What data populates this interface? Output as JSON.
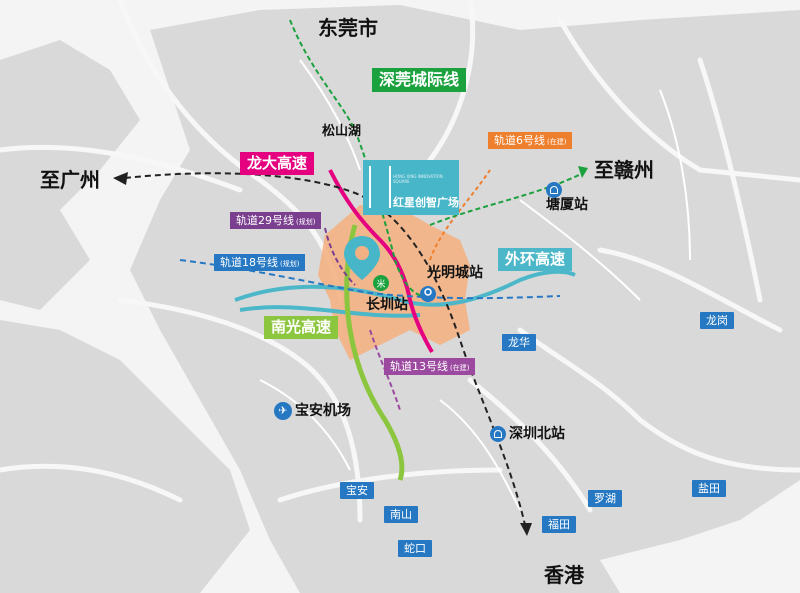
{
  "colors": {
    "water_road": "#f2f2f2",
    "land": "#d9d9d9",
    "zone": "#f3b183",
    "longda": "#e4007f",
    "nanguang": "#8cc63f",
    "waihuan": "#4bb7c9",
    "line29": "#7b3f8f",
    "line13": "#9b4aa0",
    "line6": "#ee7f2d",
    "intercity": "#1ba13d",
    "district": "#2678c3"
  },
  "cities": {
    "dongguan": "东莞市",
    "guangzhou": "至广州",
    "ganzhou": "至赣州",
    "hongkong": "香港"
  },
  "places": {
    "songshanhu": "松山湖",
    "changzhen": "长圳站",
    "guangmingcheng": "光明城站",
    "tangxia": "塘厦站",
    "baoan_airport": "宝安机场",
    "shenzhen_north": "深圳北站"
  },
  "districts": {
    "longgang": "龙岗",
    "longhua": "龙华",
    "baoan": "宝安",
    "nanshan": "南山",
    "shekou": "蛇口",
    "futian": "福田",
    "luohu": "罗湖",
    "yantian": "盐田"
  },
  "routes": {
    "intercity": "深莞城际线",
    "longda": "龙大高速",
    "nanguang": "南光高速",
    "waihuan": "外环高速",
    "line29": "轨道29号线",
    "line29_note": "(规划)",
    "line18": "轨道18号线",
    "line18_note": "(规划)",
    "line6": "轨道6号线",
    "line6_note": "(在建)",
    "line13": "轨道13号线",
    "line13_note": "(在建)"
  },
  "project": {
    "name": "红星创智广场",
    "sub": "HONG XING INNOVATION SQUARE"
  }
}
